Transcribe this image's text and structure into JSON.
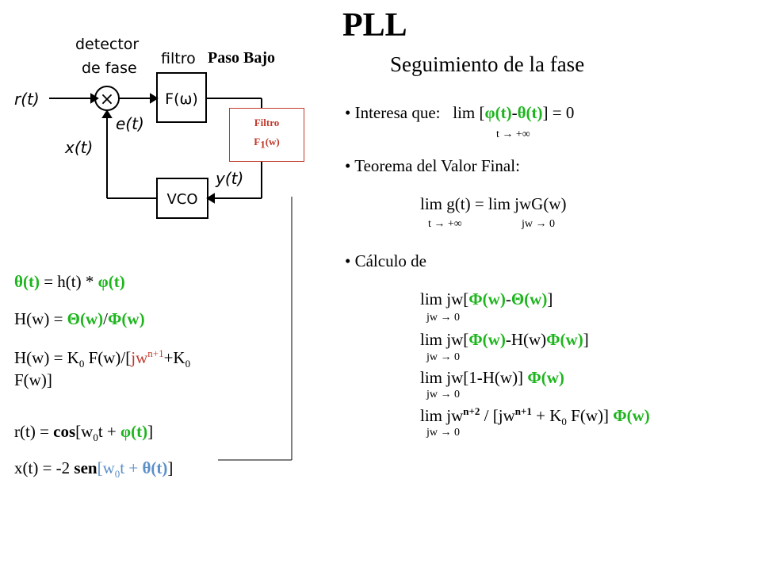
{
  "title": "PLL",
  "subtitle": "Seguimiento de la fase",
  "diagram": {
    "detector_label_1": "detector",
    "detector_label_2": "de fase",
    "filtro_label": "filtro",
    "paso_bajo": "Paso Bajo",
    "filter_block": "F(ω)",
    "vco_block": "VCO",
    "mixer_symbol": "×",
    "r_t": "r(t)",
    "e_t": "e(t)",
    "x_t": "x(t)",
    "y_t": "y(t)",
    "filtro_box_line1": "Filtro",
    "filtro_box_line2_main": "F",
    "filtro_box_line2_sub": "1",
    "filtro_box_line2_end": "(w)"
  },
  "left_equations": {
    "eq1_a": "θ(t)",
    "eq1_b": " = h(t) * ",
    "eq1_c": "φ(t)",
    "eq2_a": "H(w) = ",
    "eq2_b": "Θ(w)",
    "eq2_c": "/",
    "eq2_d": "Φ(w)",
    "eq3_a": "H(w) = K",
    "eq3_sub0": "0",
    "eq3_b": " F(w)/[",
    "eq3_c": "jw",
    "eq3_sup": "n+1",
    "eq3_d": "+K",
    "eq3_sub1": "0",
    "eq3_e": "F(w)]",
    "eq4_a": "r(t) = ",
    "eq4_b": "cos",
    "eq4_c": "[w",
    "eq4_sub": "0",
    "eq4_d": "t + ",
    "eq4_e": "φ(t)",
    "eq4_f": "]",
    "eq5_a": "x(t) = -2 ",
    "eq5_b": "sen",
    "eq5_c": "[w",
    "eq5_sub": "0",
    "eq5_d": "t + ",
    "eq5_e": "θ(t)",
    "eq5_f": "]"
  },
  "right": {
    "b1_text": "Interesa que:",
    "b1_lim": "lim [",
    "b1_phi": "φ(t)",
    "b1_minus": "-",
    "b1_theta": "θ(t)",
    "b1_end": "] = 0",
    "b1_sub": "t → +∞",
    "b2_text": "Teorema del Valor Final:",
    "b2_eq": "lim g(t)  =  lim  jwG(w)",
    "b2_sub1": "t → +∞",
    "b2_sub2": "jw → 0",
    "b3_text": "Cálculo de",
    "c1_a": "lim jw[",
    "c1_b": "Φ(w)",
    "c1_c": "-",
    "c1_d": "Θ(w)",
    "c1_e": "]",
    "c2_a": "lim jw[",
    "c2_b": "Φ(w)",
    "c2_c": "-H(w)",
    "c2_d": "Φ(w)",
    "c2_e": "]",
    "c3_a": "lim jw[1-H(w)] ",
    "c3_b": "Φ(w)",
    "c4_a": "lim jw",
    "c4_sup1": "n+2",
    "c4_b": " / [jw",
    "c4_sup2": "n+1",
    "c4_c": " + K",
    "c4_sub": "0",
    "c4_d": " F(w)] ",
    "c4_e": "Φ(w)",
    "jw_sub": "jw → 0"
  }
}
